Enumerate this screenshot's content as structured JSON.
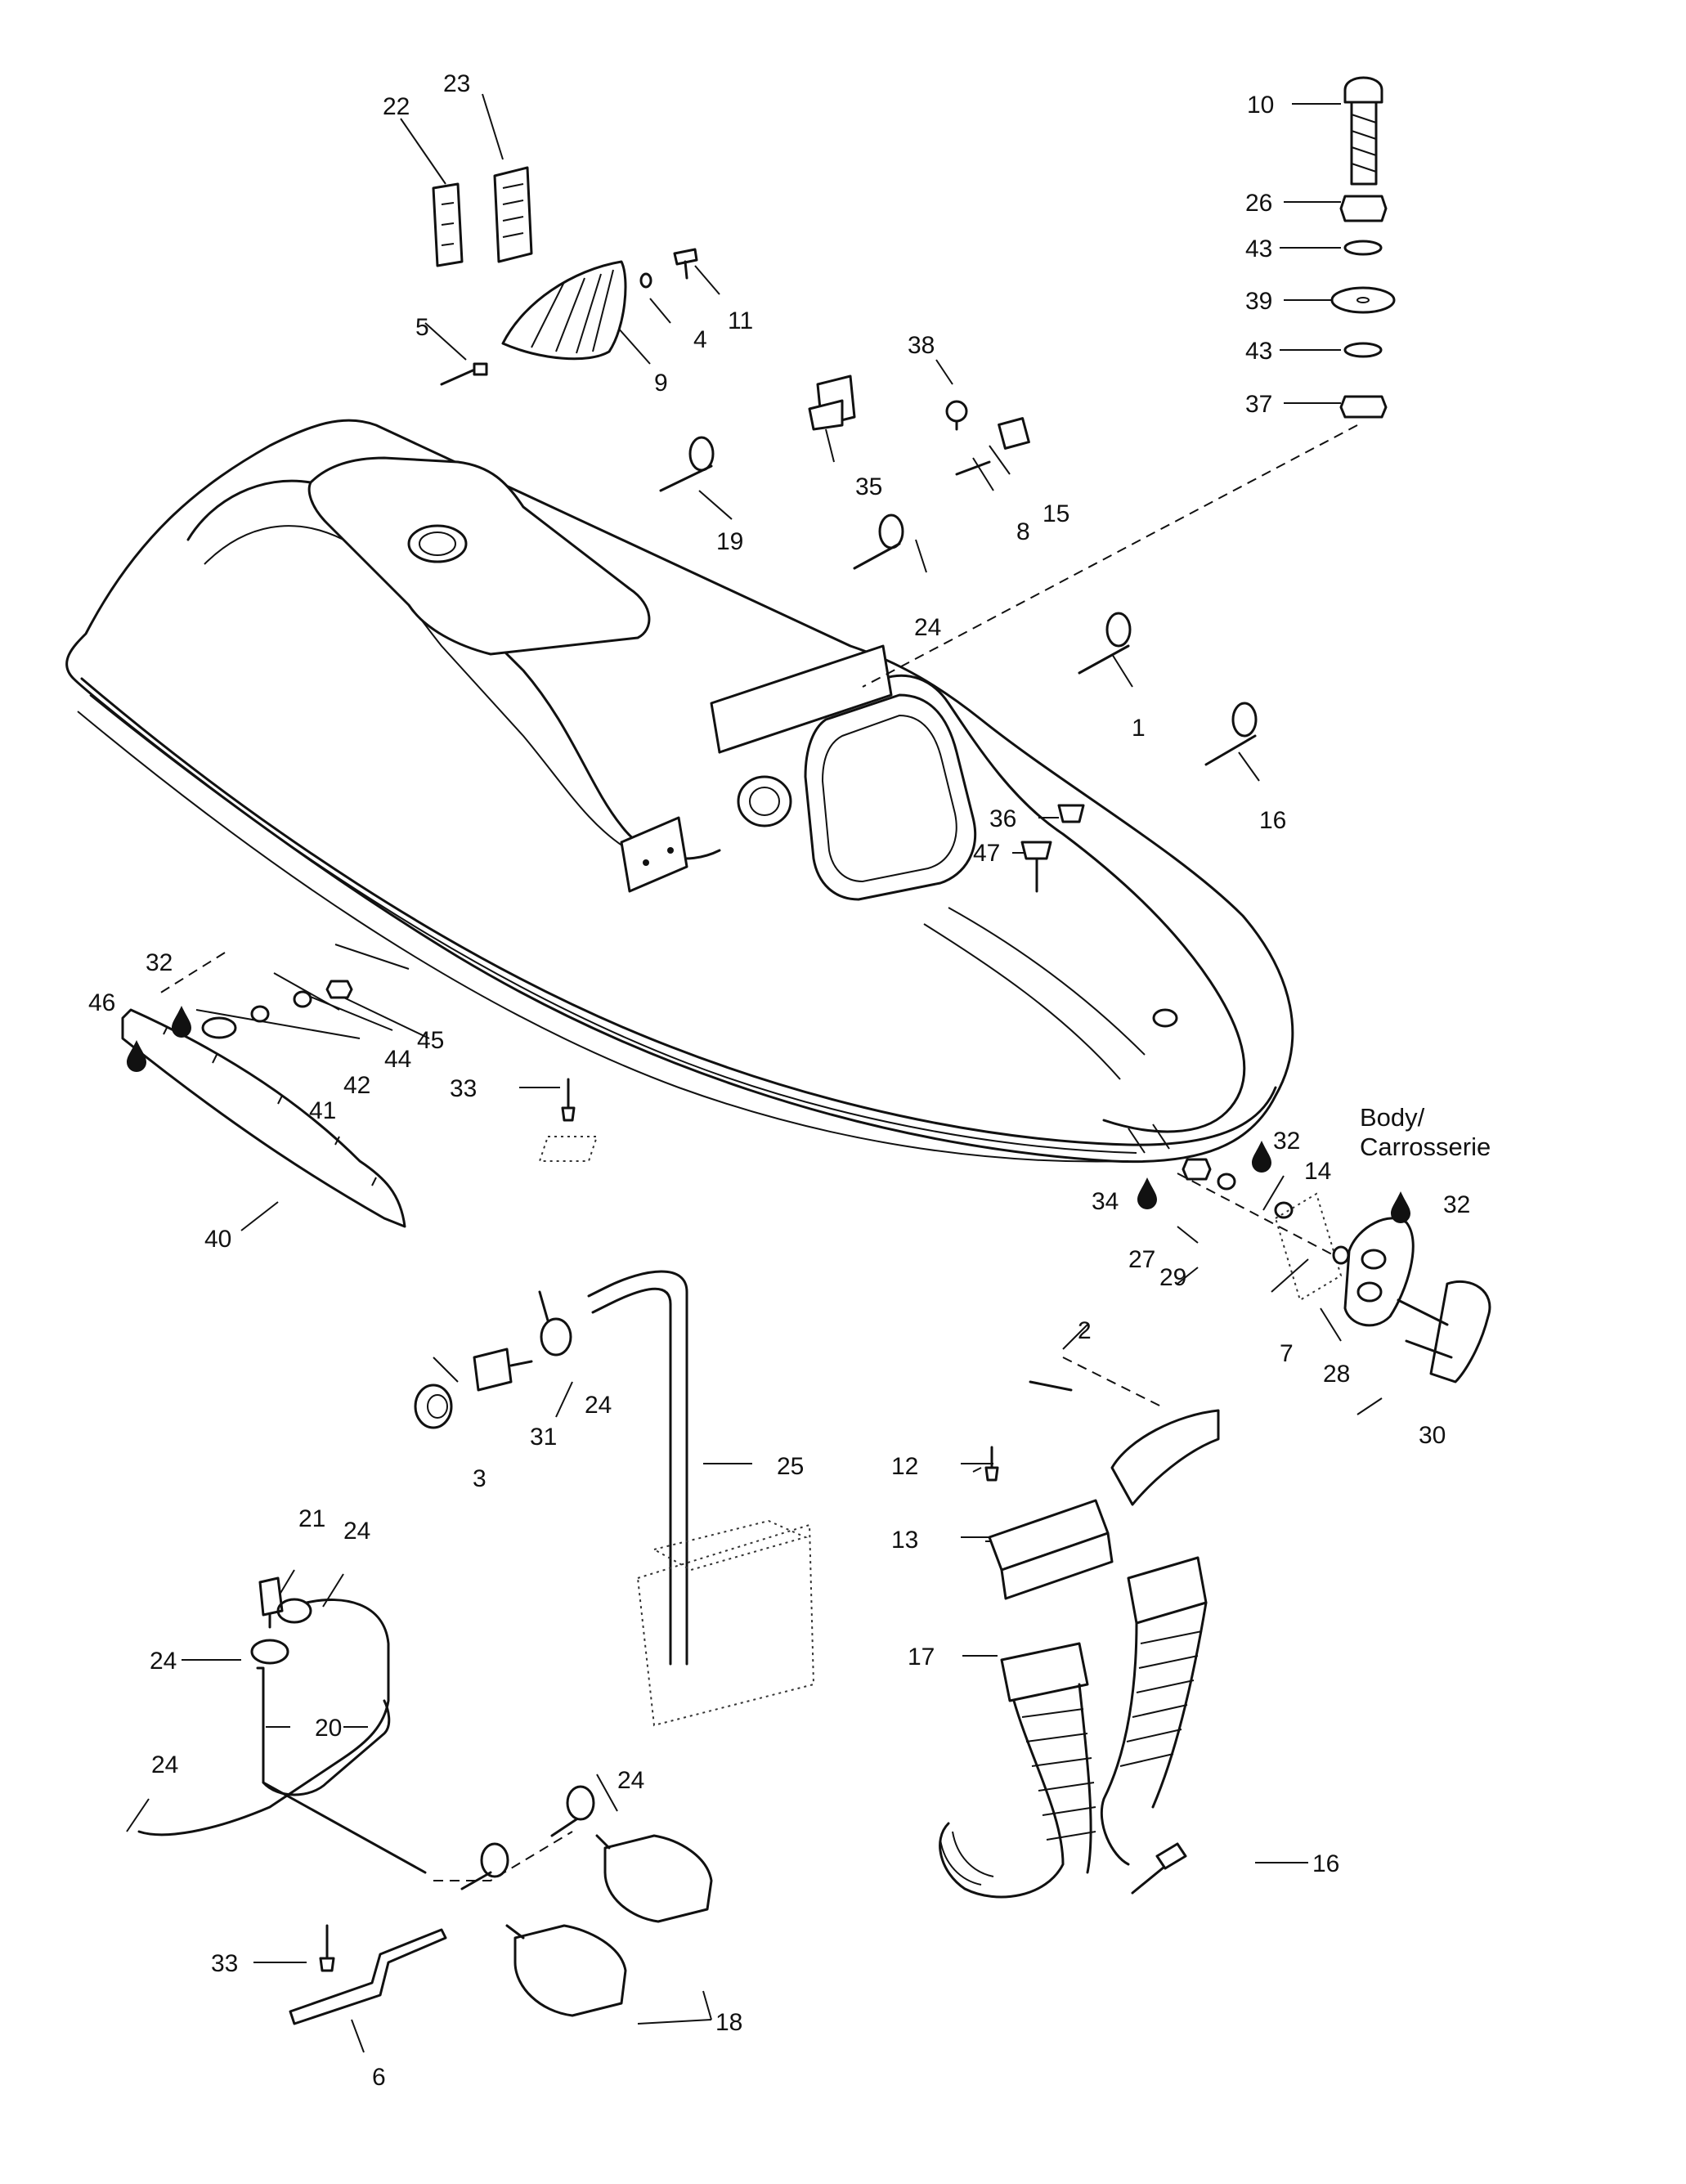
{
  "colors": {
    "ink": "#111111",
    "paper": "#ffffff"
  },
  "icons": {
    "sealant": "sealant-drop-icon"
  },
  "body_label": {
    "line1": "Body/",
    "line2": "Carrosserie"
  },
  "callouts": [
    "10",
    "26",
    "43",
    "39",
    "43",
    "37",
    "22",
    "23",
    "11",
    "4",
    "5",
    "9",
    "38",
    "35",
    "15",
    "8",
    "19",
    "24",
    "1",
    "16",
    "36",
    "47",
    "32",
    "46",
    "45",
    "44",
    "42",
    "41",
    "33",
    "40",
    "32",
    "34",
    "14",
    "32",
    "27",
    "29",
    "7",
    "28",
    "30",
    "2",
    "24",
    "31",
    "3",
    "25",
    "12",
    "13",
    "21",
    "24",
    "24",
    "20",
    "17",
    "24",
    "24",
    "16",
    "33",
    "18",
    "6"
  ]
}
